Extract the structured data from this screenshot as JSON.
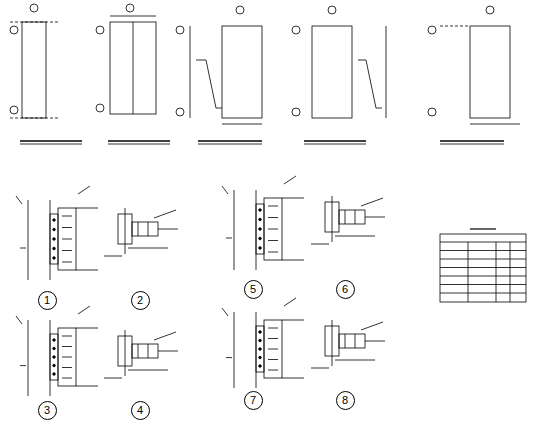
{
  "diagram": {
    "nodes": [
      {
        "text": [
          "1"
        ]
      },
      {
        "text": [
          "2"
        ]
      },
      {
        "text": [
          "5"
        ]
      },
      {
        "text": [
          "6"
        ]
      },
      {
        "text": [
          "3"
        ]
      },
      {
        "text": [
          "4"
        ]
      },
      {
        "text": [
          "7"
        ]
      },
      {
        "text": [
          "8"
        ]
      }
    ]
  }
}
